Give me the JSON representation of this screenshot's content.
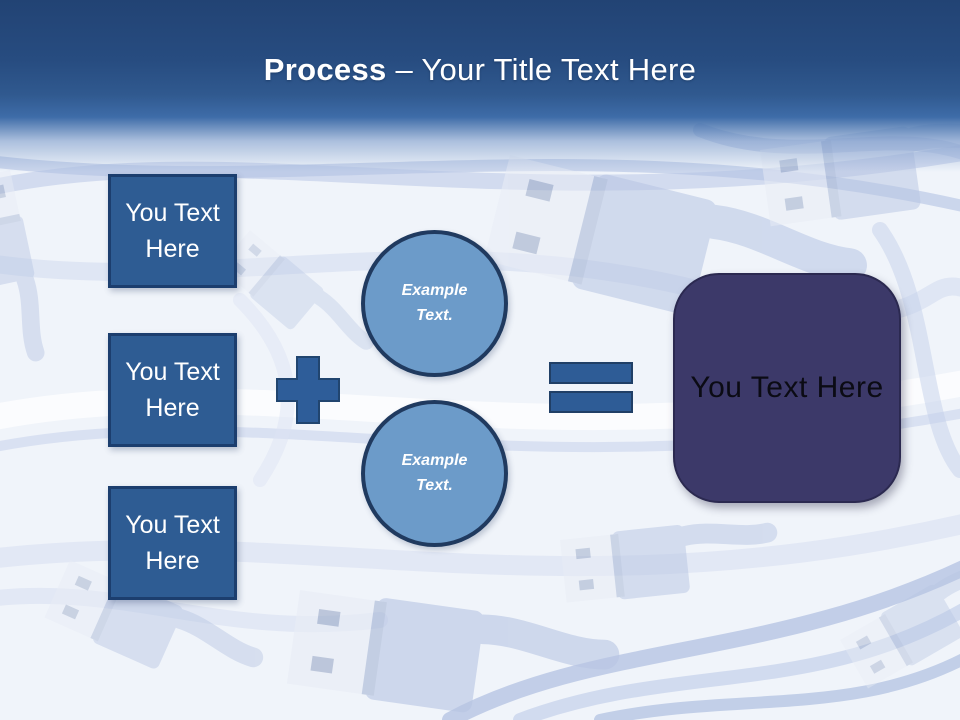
{
  "slide": {
    "title": {
      "bold": "Process",
      "rest": "– Your Title Text Here"
    }
  },
  "input_boxes": [
    {
      "label": "You Text Here"
    },
    {
      "label": "You Text Here"
    },
    {
      "label": "You Text Here"
    }
  ],
  "example_circles": [
    {
      "label": "Example Text."
    },
    {
      "label": "Example Text."
    }
  ],
  "operators": {
    "plus_icon": "plus-shape",
    "equals_icon": "equals-shape"
  },
  "result_box": {
    "label": "You Text Here"
  },
  "colors": {
    "header_top": "#224374",
    "header_bottom": "#3e6ca8",
    "title_text": "#ffffff",
    "box_fill": "#2e5c93",
    "box_border": "#1c3e6e",
    "circle_fill": "#6c9bc9",
    "circle_border": "#203a5f",
    "operator_fill": "#2e5d99",
    "operator_border": "#21456f",
    "result_fill": "#3c3969",
    "result_border": "#2b2950",
    "background": "#eff3f9"
  }
}
